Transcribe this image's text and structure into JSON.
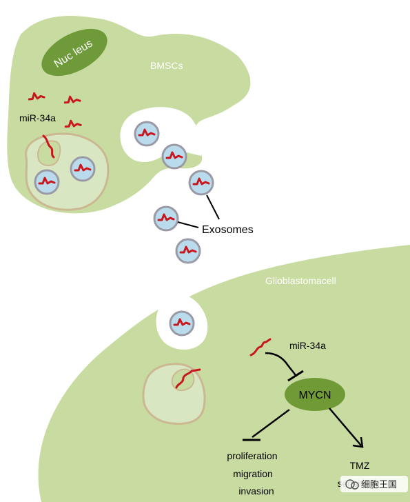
{
  "labels": {
    "nucleus": "Nuc leus",
    "bmscs": "BMSCs",
    "mir_top": "miR-34a",
    "exosomes": "Exosomes",
    "glioblastoma": "Glioblastomacell",
    "mir_bottom": "miR-34a",
    "mycn": "MYCN",
    "proliferation": "proliferation",
    "migration": "migration",
    "invasion": "invasion",
    "tmz": "TMZ",
    "sensitivity": "sensitivity",
    "watermark": "细胞王国"
  },
  "colors": {
    "cell_fill": "#c8dba0",
    "cell_inner": "#d9e6c2",
    "nucleus": "#6e9a3a",
    "mycn": "#6f9a36",
    "exosome_fill": "#b9dbec",
    "exosome_ring": "#9a9aa6",
    "mirna": "#c8161d",
    "arrow": "#000000"
  }
}
